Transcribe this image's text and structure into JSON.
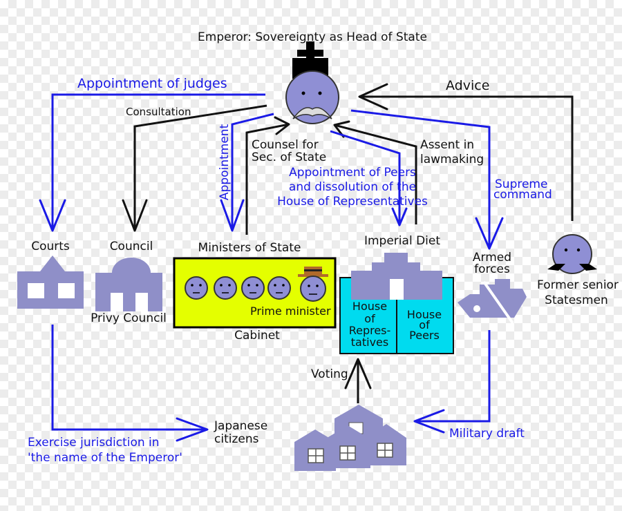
{
  "emperor": {
    "title": "Emperor: Sovereignty as Head of State"
  },
  "labels": {
    "appointment_of_judges": "Appointment of judges",
    "advice": "Advice",
    "consultation": "Consultation",
    "appointment": "Appointment",
    "counsel_line1": "Counsel for",
    "counsel_line2": "Sec. of State",
    "assent_line1": "Assent in",
    "assent_line2": "lawmaking",
    "peers_line1": "Appointment of Peers",
    "peers_line2": "and dissolution of the",
    "peers_line3": "House of Representatives",
    "supreme_line1": "Supreme",
    "supreme_line2": "command",
    "voting": "Voting",
    "military_draft": "Military draft",
    "jurisdiction_line1": "Exercise jurisdiction in",
    "jurisdiction_line2": "'the name of the Emperor'"
  },
  "nodes": {
    "courts": "Courts",
    "council": "Council",
    "privy_council": "Privy Council",
    "ministers_of_state": "Ministers of State",
    "prime_minister": "Prime minister",
    "cabinet": "Cabinet",
    "imperial_diet": "Imperial Diet",
    "house_reps_1": "House",
    "house_reps_2": "of",
    "house_reps_3": "Repres-",
    "house_reps_4": "tatives",
    "house_peers_1": "House",
    "house_peers_2": "of",
    "house_peers_3": "Peers",
    "armed_forces_1": "Armed",
    "armed_forces_2": "forces",
    "former_senior_1": "Former senior",
    "former_senior_2": "Statesmen",
    "citizens_1": "Japanese",
    "citizens_2": "citizens"
  },
  "colors": {
    "blue_arrow": "#1a1ae6",
    "black_arrow": "#111111",
    "building": "#8f8fc8",
    "cabinet_fill": "#e4ff00",
    "diet_fill": "#00dbef",
    "face": "#8f8fd4",
    "hat_band": "#b06a2a"
  }
}
